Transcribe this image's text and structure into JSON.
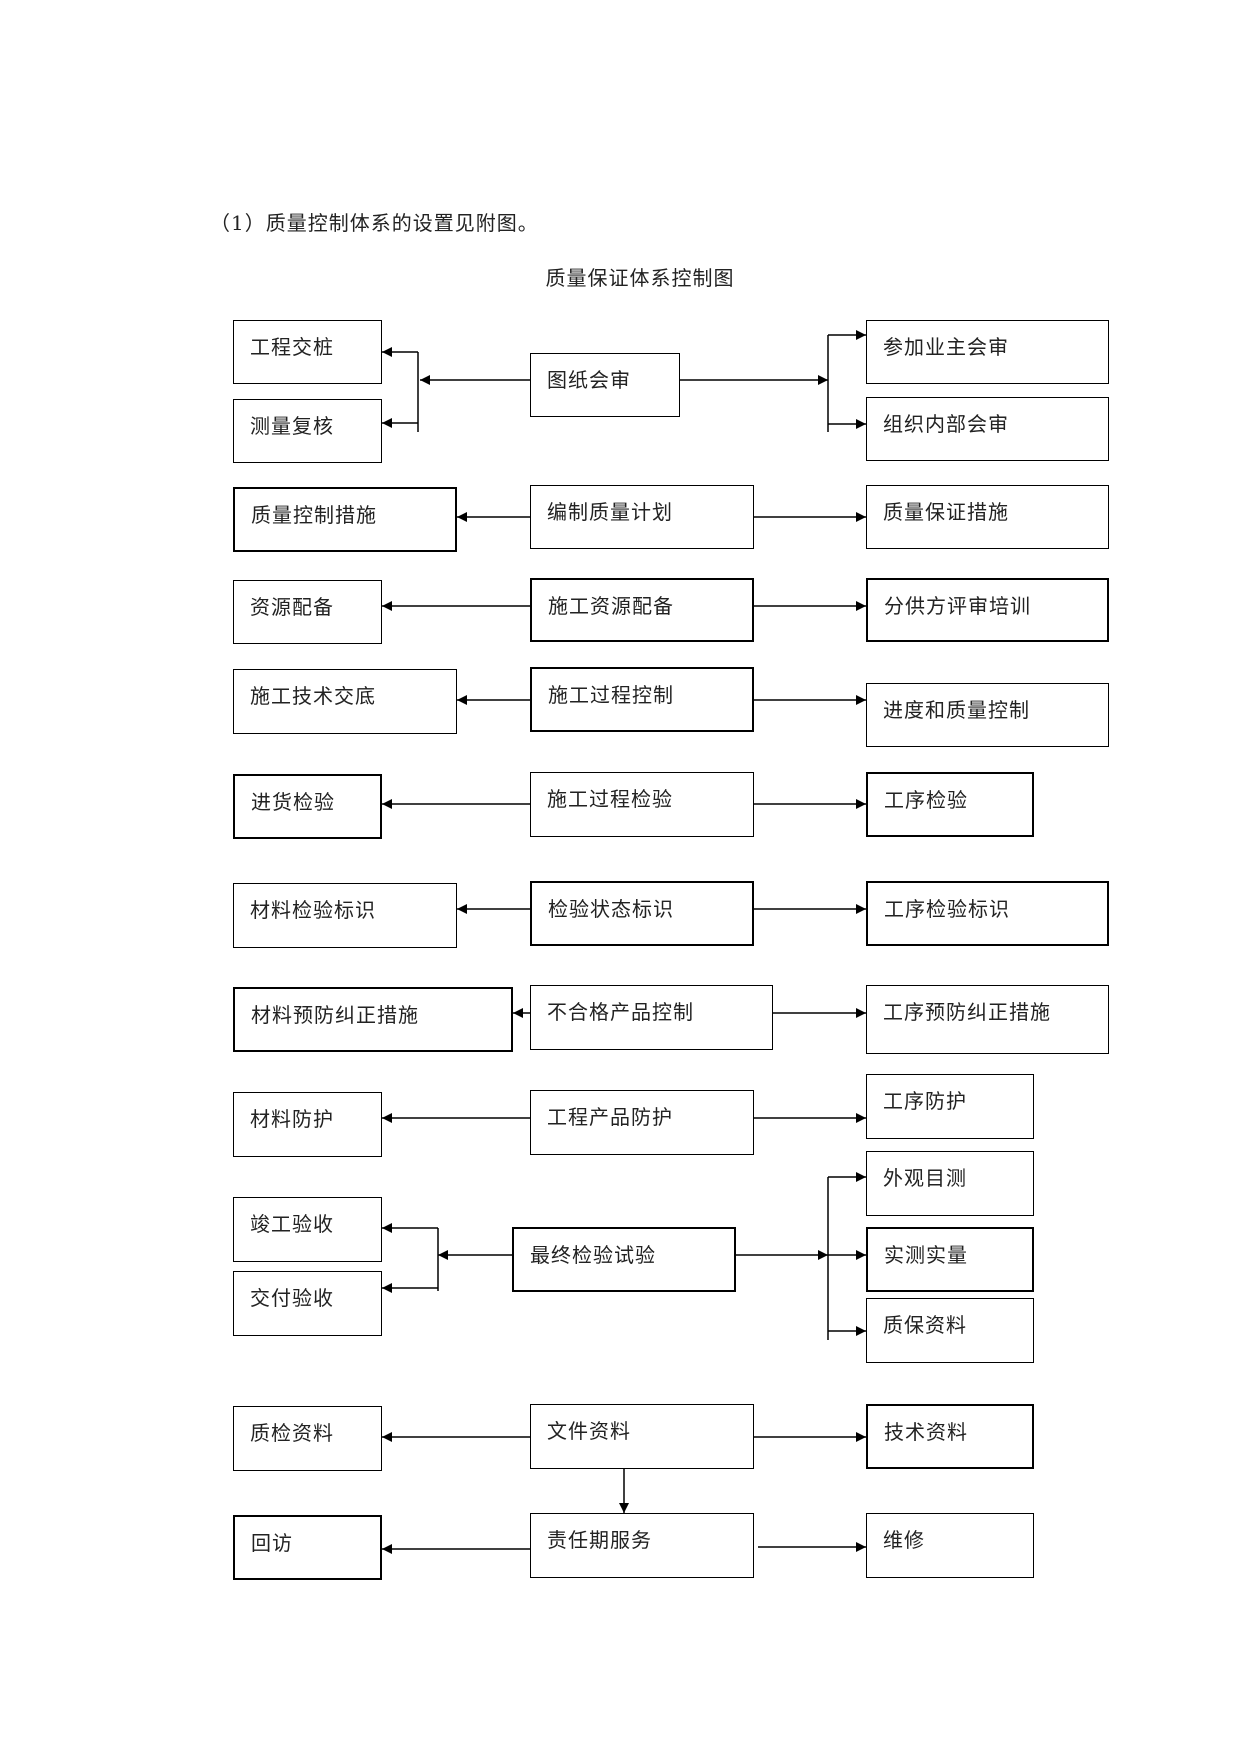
{
  "intro": "（1）质量控制体系的设置见附图。",
  "title": "质量保证体系控制图",
  "rows": {
    "r1": {
      "left": [
        "工程交桩",
        "测量复核"
      ],
      "center": "图纸会审",
      "right": [
        "参加业主会审",
        "组织内部会审"
      ]
    },
    "r2": {
      "left": "质量控制措施",
      "center": "编制质量计划",
      "right": "质量保证措施"
    },
    "r3": {
      "left": "资源配备",
      "center": "施工资源配备",
      "right": "分供方评审培训"
    },
    "r4": {
      "left": "施工技术交底",
      "center": "施工过程控制",
      "right": "进度和质量控制"
    },
    "r5": {
      "left": "进货检验",
      "center": "施工过程检验",
      "right": "工序检验"
    },
    "r6": {
      "left": "材料检验标识",
      "center": "检验状态标识",
      "right": "工序检验标识"
    },
    "r7": {
      "left": "材料预防纠正措施",
      "center": "不合格产品控制",
      "right": "工序预防纠正措施"
    },
    "r8": {
      "left": "材料防护",
      "center": "工程产品防护",
      "right": "工序防护"
    },
    "r9": {
      "left": [
        "竣工验收",
        "交付验收"
      ],
      "center": "最终检验试验",
      "right": [
        "外观目测",
        "实测实量",
        "质保资料"
      ]
    },
    "r10": {
      "left": "质检资料",
      "center": "文件资料",
      "right": "技术资料"
    },
    "r11": {
      "left": "回访",
      "center": "责任期服务",
      "right": "维修"
    }
  }
}
